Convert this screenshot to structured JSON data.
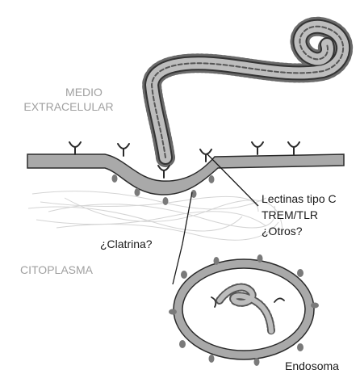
{
  "labels": {
    "medio": "MEDIO",
    "extracelular": "EXTRACELULAR",
    "citoplasma": "CITOPLASMA",
    "lectinas": "Lectinas tipo C",
    "trem": "TREM/TLR",
    "otros": "¿Otros?",
    "clatrina": "¿Clatrina?",
    "endosoma": "Endosoma"
  },
  "colors": {
    "membrane": "#a9a9a9",
    "outline": "#2a2a2a",
    "virus_fill": "#bdbdbd",
    "fiber": "#d4d4d4",
    "light_text": "#a0a0a0"
  }
}
